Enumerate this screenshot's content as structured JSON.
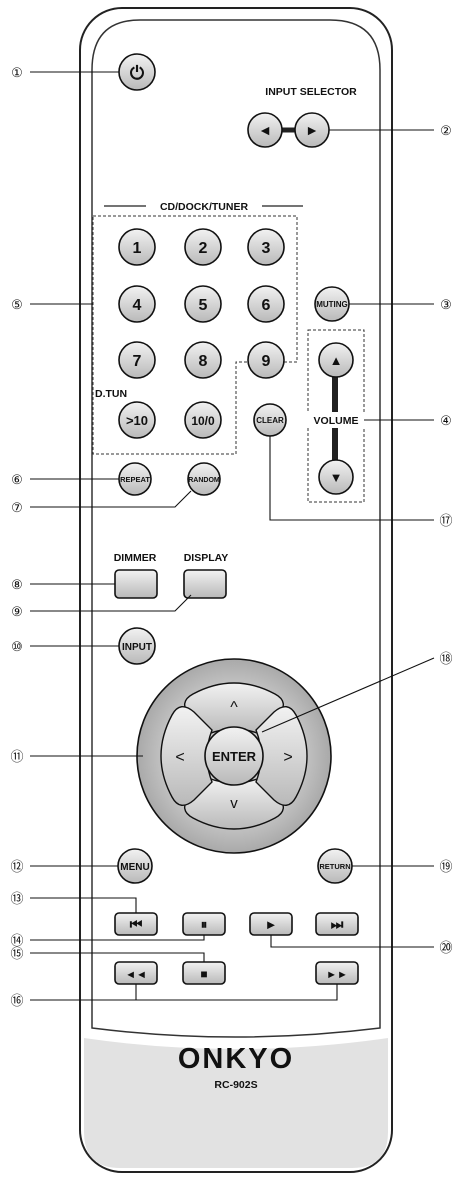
{
  "remote": {
    "brand": "ONKYO",
    "model": "RC-902S",
    "input_selector_label": "INPUT SELECTOR",
    "cd_dock_tuner_label": "CD/DOCK/TUNER",
    "d_tun_label": "D.TUN",
    "volume_label": "VOLUME",
    "dimmer_label": "DIMMER",
    "display_label": "DISPLAY"
  },
  "buttons": {
    "power": "⏻",
    "left_arrow": "◄",
    "right_arrow": "►",
    "num_1": "1",
    "num_2": "2",
    "num_3": "3",
    "num_4": "4",
    "num_5": "5",
    "num_6": "6",
    "num_7": "7",
    "num_8": "8",
    "num_9": "9",
    "num_gt10": ">10",
    "num_10_0": "10/0",
    "muting": "MUTING",
    "vol_up": "▲",
    "vol_down": "▼",
    "clear": "CLEAR",
    "repeat": "REPEAT",
    "random": "RANDOM",
    "input": "INPUT",
    "enter": "ENTER",
    "up": "^",
    "down": "v",
    "left": "<",
    "right": ">",
    "menu": "MENU",
    "return": "RETURN",
    "prev": "⏮",
    "pause": "⏸",
    "play": "►",
    "next": "⏭",
    "stop": "■",
    "rew": "◄◄",
    "ff": "►►"
  },
  "callouts": [
    "①",
    "②",
    "③",
    "④",
    "⑤",
    "⑥",
    "⑦",
    "⑧",
    "⑨",
    "⑩",
    "⑪",
    "⑫",
    "⑬",
    "⑭",
    "⑮",
    "⑯",
    "⑰",
    "⑱",
    "⑲",
    "⑳"
  ]
}
